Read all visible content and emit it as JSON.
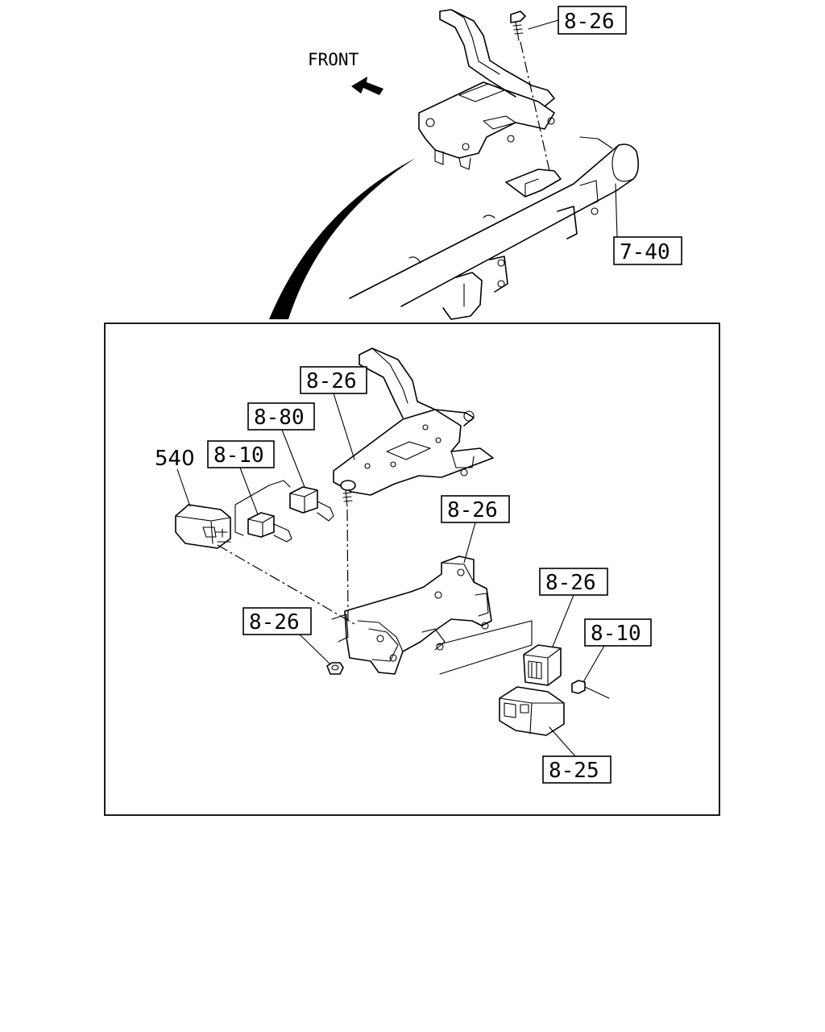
{
  "direction": {
    "text": "FRONT"
  },
  "callouts": {
    "top_bolt": "8-26",
    "crossmember": "7-40",
    "upper_bracket": "8-26",
    "connector_8_80": "8-80",
    "unit_540": "540",
    "connector_8_10_left": "8-10",
    "lower_bracket": "8-26",
    "relay": "8-26",
    "nut": "8-26",
    "connector_8_10_right": "8-10",
    "cover": "8-25"
  },
  "colors": {
    "line": "#000000",
    "background": "#ffffff"
  }
}
